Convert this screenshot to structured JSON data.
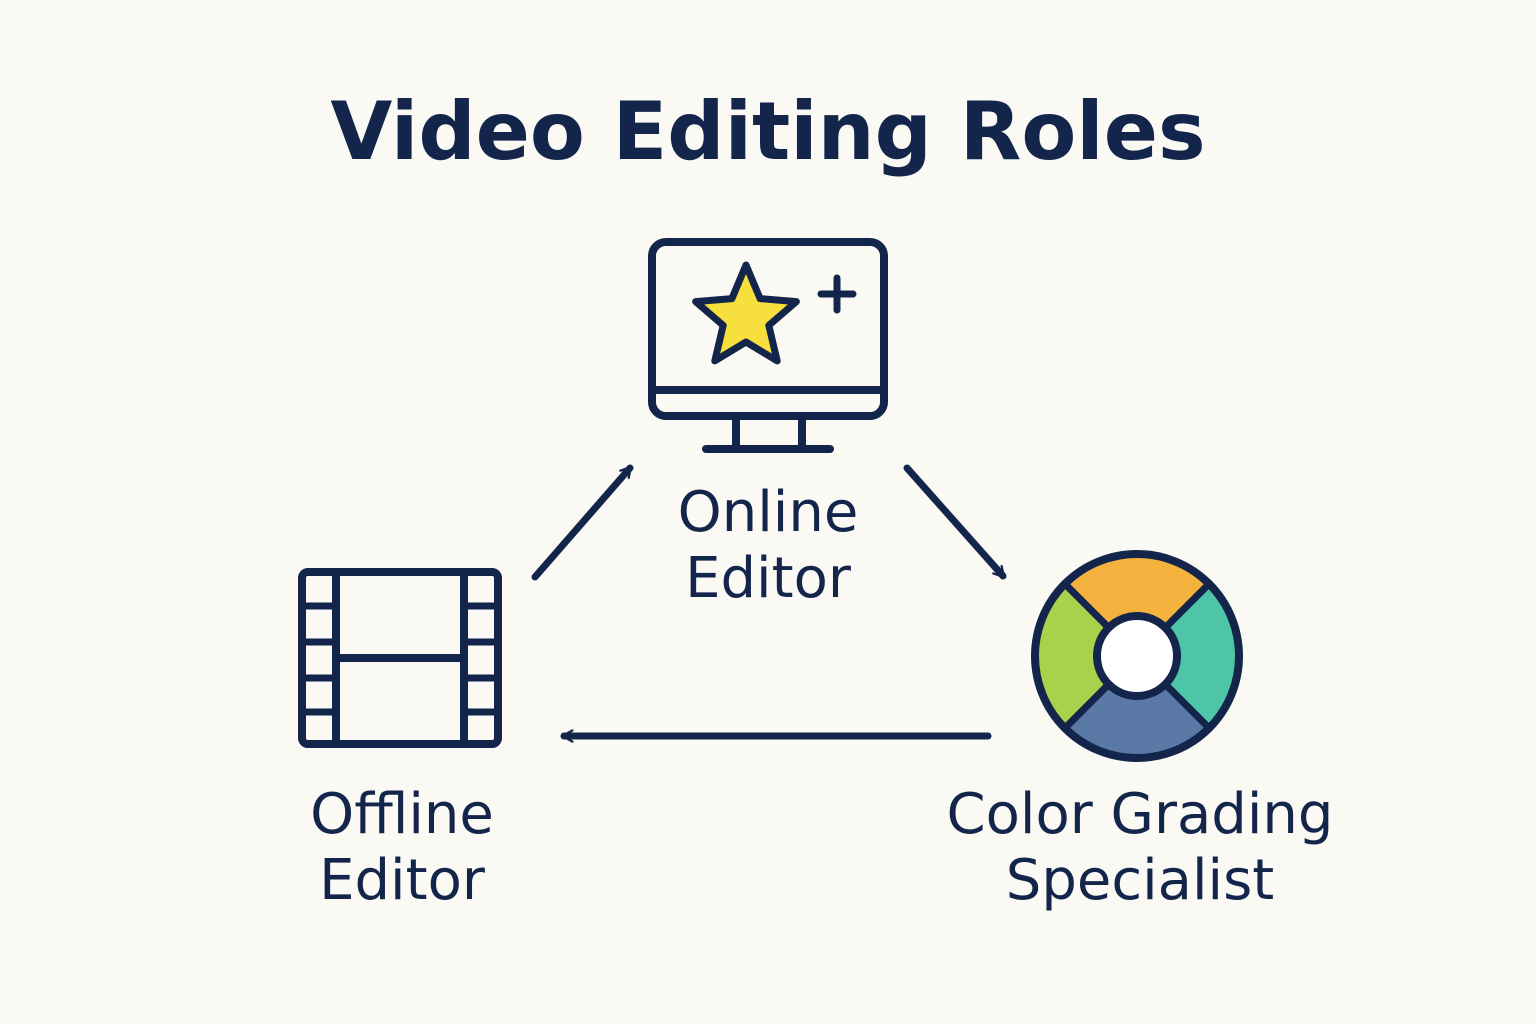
{
  "title": "Video Editing Roles",
  "nodes": {
    "online_editor": {
      "line1": "Online",
      "line2": "Editor",
      "icon": "monitor-star-plus-icon"
    },
    "offline_editor": {
      "line1": "Offline",
      "line2": "Editor",
      "icon": "film-strip-icon"
    },
    "color_grading": {
      "line1": "Color Grading",
      "line2": "Specialist",
      "icon": "color-wheel-icon"
    }
  },
  "colors": {
    "ink": "#13254a",
    "background": "#faf9f4",
    "star": "#f7e03d",
    "wheel_top": "#f5b13d",
    "wheel_right": "#4fc5a8",
    "wheel_bottom": "#5b79a6",
    "wheel_left": "#a9d24c"
  }
}
